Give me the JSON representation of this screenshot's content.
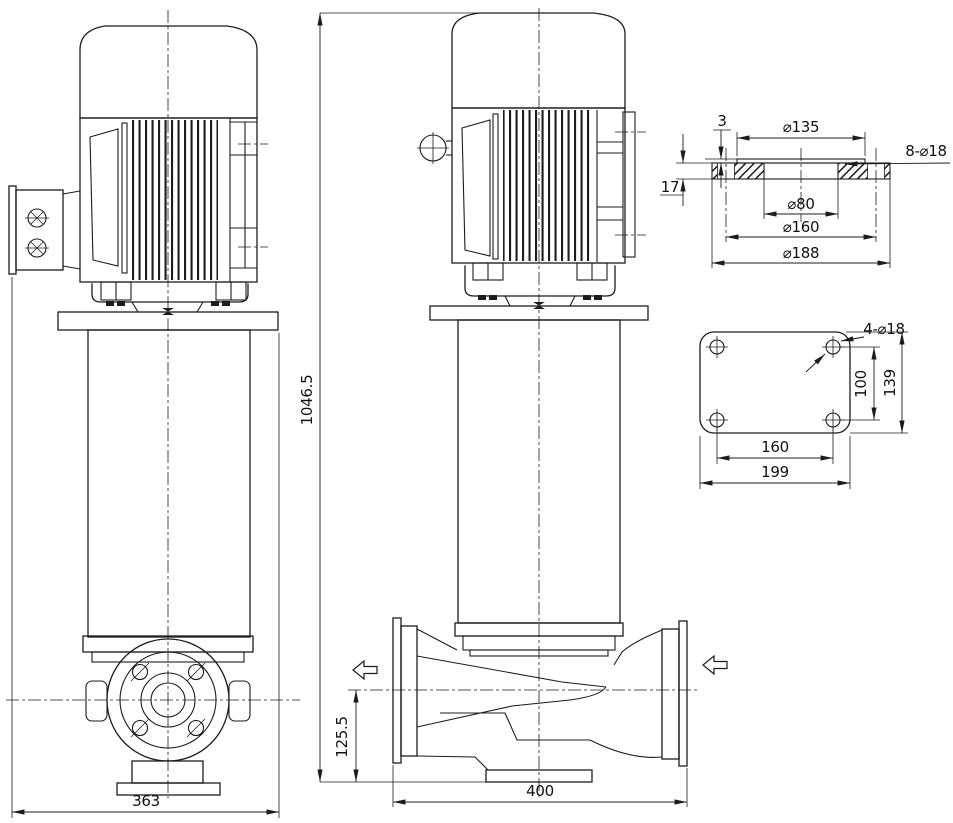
{
  "drawing_type": "technical-drawing-vertical-inline-pump",
  "colors": {
    "line": "#1c1c1c",
    "background": "#ffffff"
  },
  "dimensions": {
    "front_view": {
      "overall_width": "363"
    },
    "side_view": {
      "overall_height": "1046.5",
      "suction_centerline_height": "125.5",
      "flange_to_flange_width": "400"
    },
    "flange_detail": {
      "raised_face_height": "3",
      "flange_thickness": "17",
      "raised_face_diameter": "⌀135",
      "bolt_hole_note": "8-⌀18",
      "bore_diameter": "⌀80",
      "bolt_circle_diameter": "⌀160",
      "outer_diameter": "⌀188"
    },
    "mounting_plate_detail": {
      "bolt_hole_note": "4-⌀18",
      "hole_spacing_depth": "100",
      "plate_depth": "139",
      "hole_spacing_width": "160",
      "plate_width": "199"
    }
  }
}
